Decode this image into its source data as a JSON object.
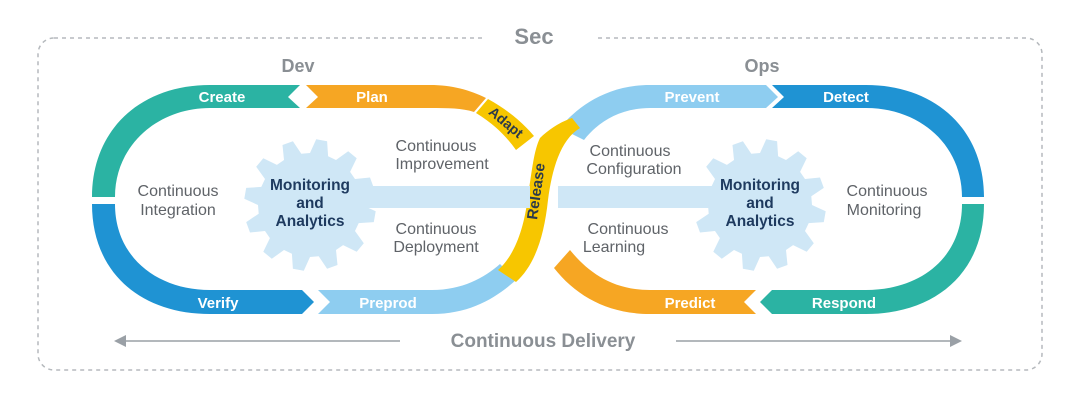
{
  "diagram": {
    "sec_label": "Sec",
    "dev_label": "Dev",
    "ops_label": "Ops",
    "segments": {
      "create": "Create",
      "plan": "Plan",
      "adapt": "Adapt",
      "verify": "Verify",
      "preprod": "Preprod",
      "release": "Release",
      "prevent": "Prevent",
      "detect": "Detect",
      "predict": "Predict",
      "respond": "Respond"
    },
    "left_loop": {
      "center_line1": "Continuous",
      "center_line2": "Integration",
      "gear_line1": "Monitoring",
      "gear_line2": "and",
      "gear_line3": "Analytics",
      "upper_line1": "Continuous",
      "upper_line2": "Improvement",
      "lower_line1": "Continuous",
      "lower_line2": "Deployment"
    },
    "right_loop": {
      "center_line1": "Continuous",
      "center_line2": "Monitoring",
      "gear_line1": "Monitoring",
      "gear_line2": "and",
      "gear_line3": "Analytics",
      "upper_line1": "Continuous",
      "upper_line2": "Configuration",
      "lower_line1": "Continuous",
      "lower_line2": "Learning"
    },
    "delivery_label": "Continuous Delivery",
    "colors": {
      "teal": "#2bb3a3",
      "blue": "#1f93d3",
      "light_blue": "#8ecdf0",
      "orange": "#f6a623",
      "yellow": "#f7c600",
      "gear": "#cfe7f6",
      "border": "#b5b9bd"
    }
  }
}
